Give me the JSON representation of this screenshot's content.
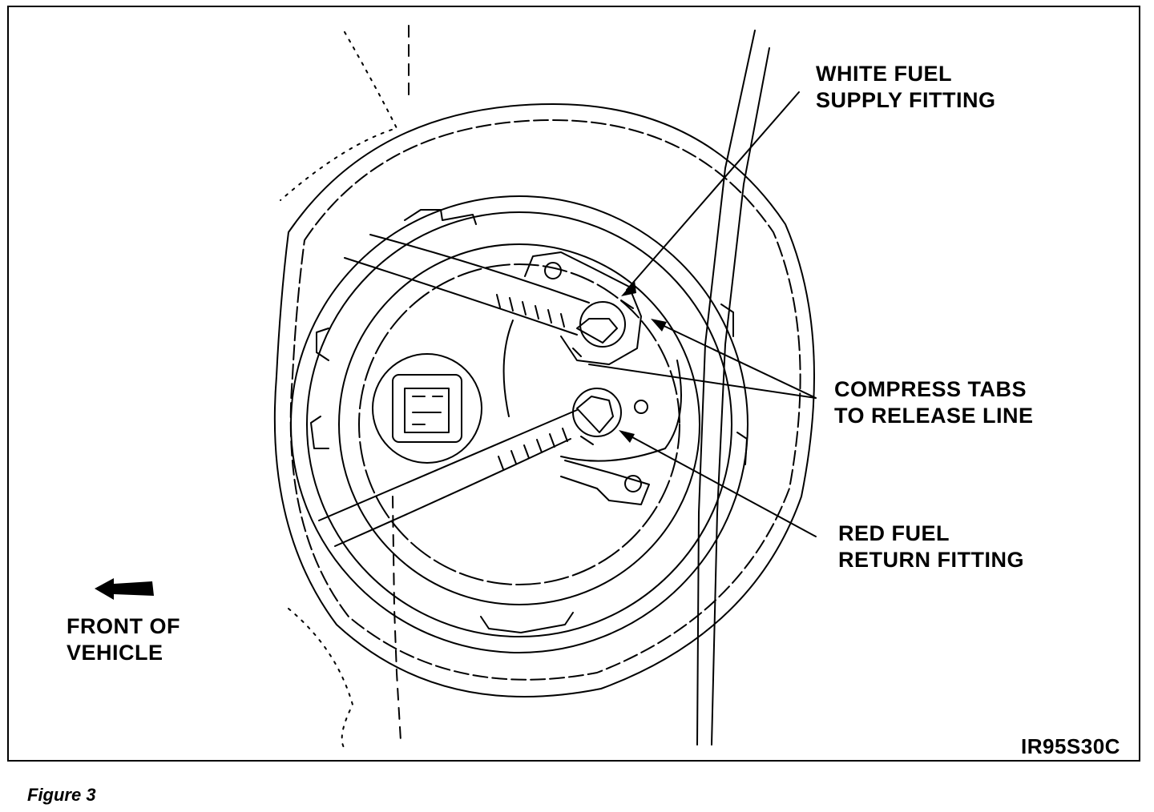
{
  "callouts": {
    "supply": [
      "WHITE FUEL",
      "SUPPLY FITTING"
    ],
    "tabs": [
      "COMPRESS TABS",
      "TO RELEASE LINE"
    ],
    "return": [
      "RED FUEL",
      "RETURN FITTING"
    ],
    "front": [
      "FRONT OF",
      "VEHICLE"
    ]
  },
  "figure_code": "IR95S30C",
  "caption": "Figure 3",
  "icons": {
    "direction": "arrow-left-icon"
  }
}
